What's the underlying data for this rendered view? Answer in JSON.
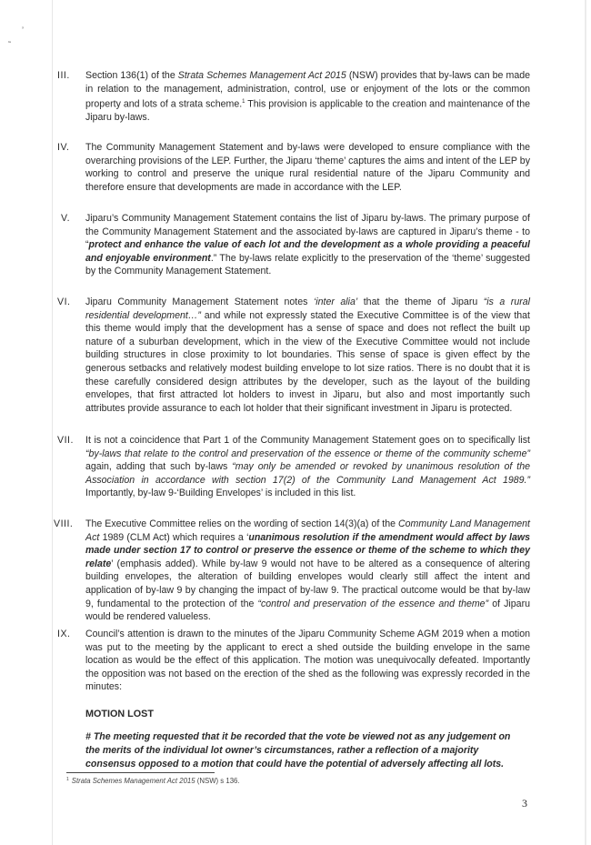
{
  "page": {
    "number": "3",
    "scan_marks": [
      "˷",
      "’"
    ]
  },
  "paragraphs": [
    {
      "num": "III.",
      "runs": [
        {
          "t": "Section 136(1) of the "
        },
        {
          "t": "Strata Schemes Management Act 2015",
          "s": "it"
        },
        {
          "t": " (NSW) provides that by-laws can be made in relation to the management, administration, control, use or enjoyment of the lots or the common property and lots of a strata scheme."
        },
        {
          "t": "1",
          "s": "sup"
        },
        {
          "t": " This provision is applicable to the creation and maintenance of the Jiparu by-laws."
        }
      ]
    },
    {
      "num": "IV.",
      "runs": [
        {
          "t": "The Community Management Statement and by-laws were developed to ensure compliance with the overarching provisions of the LEP. Further, the Jiparu ‘theme’ captures the aims and intent of the LEP by working to control and preserve the unique rural residential nature of the Jiparu Community and therefore ensure that developments are made in accordance with the LEP."
        }
      ]
    },
    {
      "num": "V.",
      "runs": [
        {
          "t": "Jiparu’s Community Management Statement contains the list of Jiparu by-laws. The primary purpose of the Community Management Statement and the associated by-laws are captured in Jiparu’s theme - to “"
        },
        {
          "t": "protect and enhance the value of each lot and the development as a whole providing a peaceful and enjoyable environment",
          "s": "bi"
        },
        {
          "t": ".” The by-laws relate explicitly to the preservation of the ‘theme’ suggested by the Community Management Statement."
        }
      ]
    },
    {
      "num": "VI.",
      "runs": [
        {
          "t": "Jiparu Community Management Statement notes "
        },
        {
          "t": "‘inter alia’",
          "s": "it"
        },
        {
          "t": " that the theme of Jiparu "
        },
        {
          "t": "“is a rural residential development…”",
          "s": "it"
        },
        {
          "t": " and while not expressly stated the Executive Committee is of the view that this theme would imply that the development has a sense of space and does not reflect the built up nature of a suburban development, which in the view of the Executive Committee would not include building structures in close proximity to lot boundaries. This sense of space is given effect by the generous setbacks and relatively modest building envelope to lot size ratios. There is no doubt that it is these carefully considered design attributes by the developer, such as the layout of the building envelopes, that first attracted lot holders to invest in Jiparu, but also and most importantly such attributes provide assurance to each lot holder that their significant investment in Jiparu is protected."
        }
      ]
    },
    {
      "num": "VII.",
      "runs": [
        {
          "t": "It is not a coincidence that Part 1 of the Community Management Statement goes on to specifically list "
        },
        {
          "t": "“by-laws that relate to the control and preservation of the essence or theme of the community scheme”",
          "s": "it"
        },
        {
          "t": " again, adding that such by-laws "
        },
        {
          "t": "“may only be amended or revoked by unanimous resolution of the Association in accordance with section 17(2) of the Community Land Management Act 1989.”",
          "s": "it"
        },
        {
          "t": " Importantly, by-law 9-‘Building Envelopes’ is included in this list."
        }
      ]
    },
    {
      "num": "VIII.",
      "runs": [
        {
          "t": "The Executive Committee relies on the wording of section 14(3)(a) of the "
        },
        {
          "t": "Community Land Management Act",
          "s": "it"
        },
        {
          "t": " 1989 (CLM Act) which requires a ‘"
        },
        {
          "t": "unanimous resolution if the amendment would affect by laws made under section 17 to control or preserve the essence or theme of the scheme to which they relate",
          "s": "bi"
        },
        {
          "t": "’ (emphasis added). While by-law 9 would not have to be altered as a consequence of altering building envelopes, the alteration of building envelopes would clearly still affect the intent and application of by-law 9 by changing the impact of by-law 9. The practical outcome would be that by-law 9, fundamental to the protection of the "
        },
        {
          "t": "“control and preservation of the essence and theme”",
          "s": "it"
        },
        {
          "t": " of Jiparu would be rendered valueless."
        }
      ]
    },
    {
      "num": "IX.",
      "runs": [
        {
          "t": "Council’s attention is drawn to the minutes of the Jiparu Community Scheme AGM 2019 when a motion was put to the meeting by the applicant to erect a shed outside the building envelope in the same location as would be the effect of this application. The motion was unequivocally defeated. Importantly the opposition was not based on the erection of the shed as the following was expressly recorded in the minutes:"
        }
      ]
    }
  ],
  "motion": {
    "title": "MOTION LOST",
    "text": "# The meeting requested that it be recorded that the vote be viewed not as any judgement on the merits of the individual lot owner’s circumstances, rather a reflection of a majority consensus opposed to a motion that could have the potential of adversely affecting all lots."
  },
  "footnote": {
    "marker": "1",
    "title": "Strata Schemes Management Act 2015",
    "rest": " (NSW) s 136."
  }
}
